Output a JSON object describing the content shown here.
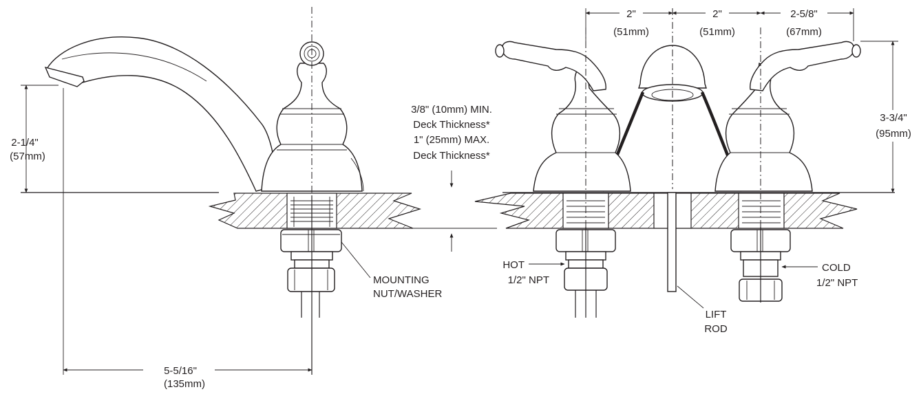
{
  "diagram": {
    "deck_note": {
      "line1": "3/8\" (10mm) MIN.",
      "line2": "Deck Thickness*",
      "line3": "1\" (25mm) MAX.",
      "line4": "Deck Thickness*"
    },
    "dimensions": {
      "spout_height": {
        "imperial": "2-1/4\"",
        "metric": "(57mm)"
      },
      "spout_reach": {
        "imperial": "5-5/16\"",
        "metric": "(135mm)"
      },
      "spacing_left": {
        "imperial": "2\"",
        "metric": "(51mm)"
      },
      "spacing_right": {
        "imperial": "2\"",
        "metric": "(51mm)"
      },
      "handle_offset": {
        "imperial": "2-5/8\"",
        "metric": "(67mm)"
      },
      "overall_height": {
        "imperial": "3-3/4\"",
        "metric": "(95mm)"
      }
    },
    "callouts": {
      "mounting": {
        "line1": "MOUNTING",
        "line2": "NUT/WASHER"
      },
      "hot": {
        "line1": "HOT",
        "line2": "1/2\" NPT"
      },
      "cold": {
        "line1": "COLD",
        "line2": "1/2\" NPT"
      },
      "lift_rod": {
        "line1": "LIFT",
        "line2": "ROD"
      }
    },
    "colors": {
      "ink": "#231f20",
      "paper": "#ffffff"
    }
  }
}
